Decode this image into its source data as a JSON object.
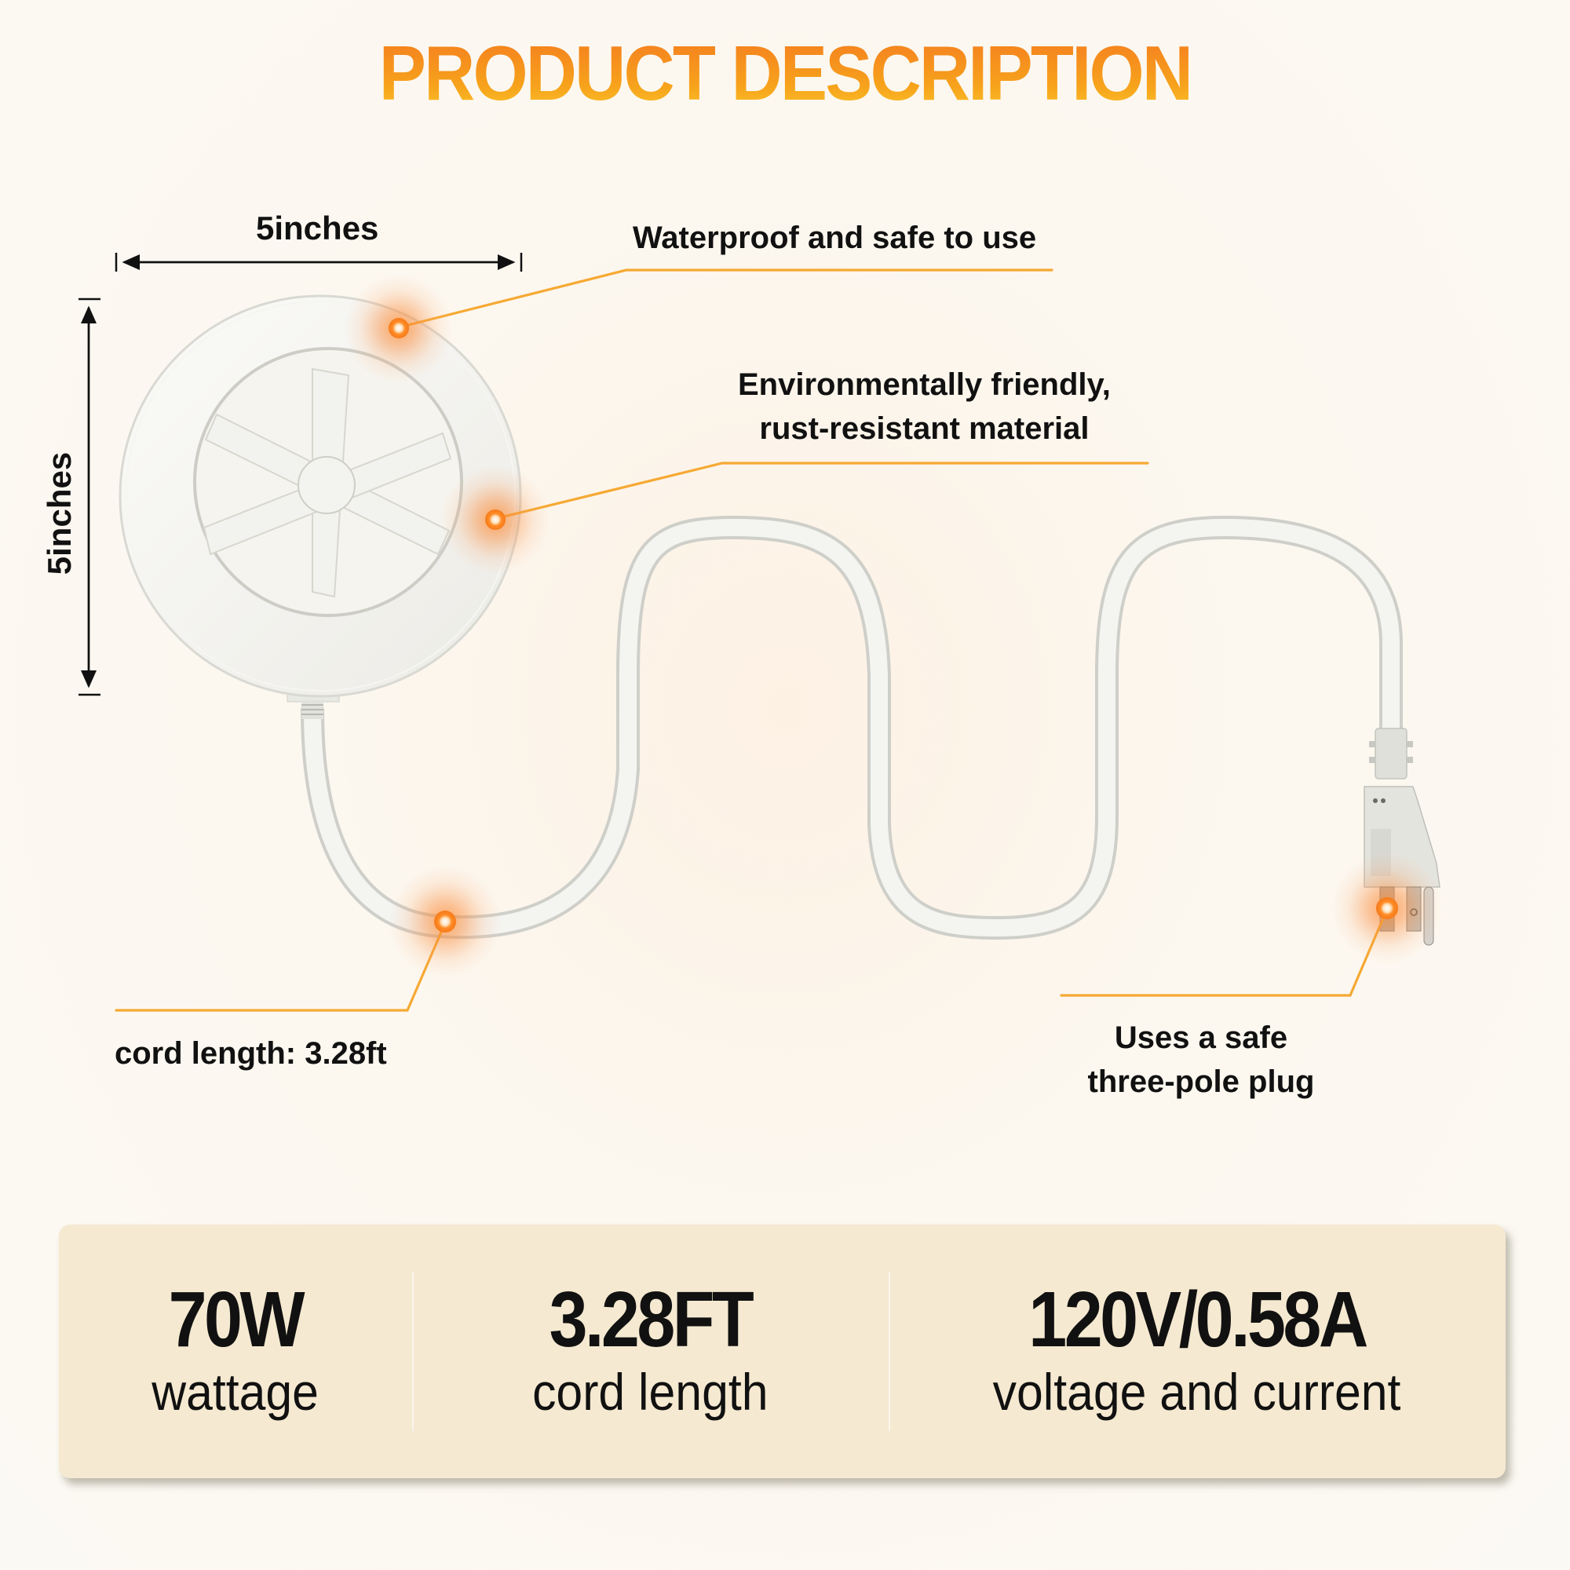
{
  "title": "PRODUCT DESCRIPTION",
  "dimensions": {
    "width_label": "5inches",
    "height_label": "5inches"
  },
  "callouts": [
    {
      "id": "waterproof",
      "lines": [
        "Waterproof and safe to use"
      ]
    },
    {
      "id": "material",
      "lines": [
        "Environmentally friendly,",
        "rust-resistant material"
      ]
    },
    {
      "id": "cord",
      "lines": [
        "cord length: 3.28ft"
      ]
    },
    {
      "id": "plug",
      "lines": [
        "Uses a safe",
        "three-pole plug"
      ]
    }
  ],
  "specs": [
    {
      "value": "70W",
      "caption": "wattage"
    },
    {
      "value": "3.28FT",
      "caption": "cord length"
    },
    {
      "value": "120V/0.58A",
      "caption": "voltage and current"
    }
  ],
  "colors": {
    "accent_orange": "#f47a1f",
    "accent_yellow": "#f9c72a",
    "callout_line": "#f6a933",
    "panel_bg": "#f5e9d1",
    "page_bg": "#fbf9f3",
    "text": "#111111"
  }
}
